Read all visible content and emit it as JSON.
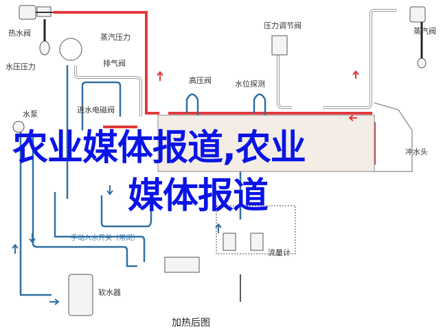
{
  "labels": {
    "hot_water_valve": "热水阀",
    "steam_pressure": "蒸汽压力",
    "water_pressure": "水压压力",
    "exhaust_valve": "排气阀",
    "high_pressure_valve": "高压阀",
    "water_level_probe": "水位探测",
    "pressure_regulator": "压力调节阀",
    "steam_valve": "蒸汽阀",
    "water_pump": "水泵",
    "inlet_solenoid_valve": "进水电磁阀",
    "flush_head": "冲水头",
    "manual_inlet_switch": "手动入水开关（常闭）",
    "flow_meter": "流量计",
    "water_softener": "软水器"
  },
  "caption": "加热后图",
  "overlay": {
    "line1": "农业媒体报道,农业",
    "line2": "媒体报道"
  },
  "colors": {
    "hot_pipe": "#e0393b",
    "water_pipe": "#2f6fa3",
    "overlay_text": "#0a14e6"
  }
}
